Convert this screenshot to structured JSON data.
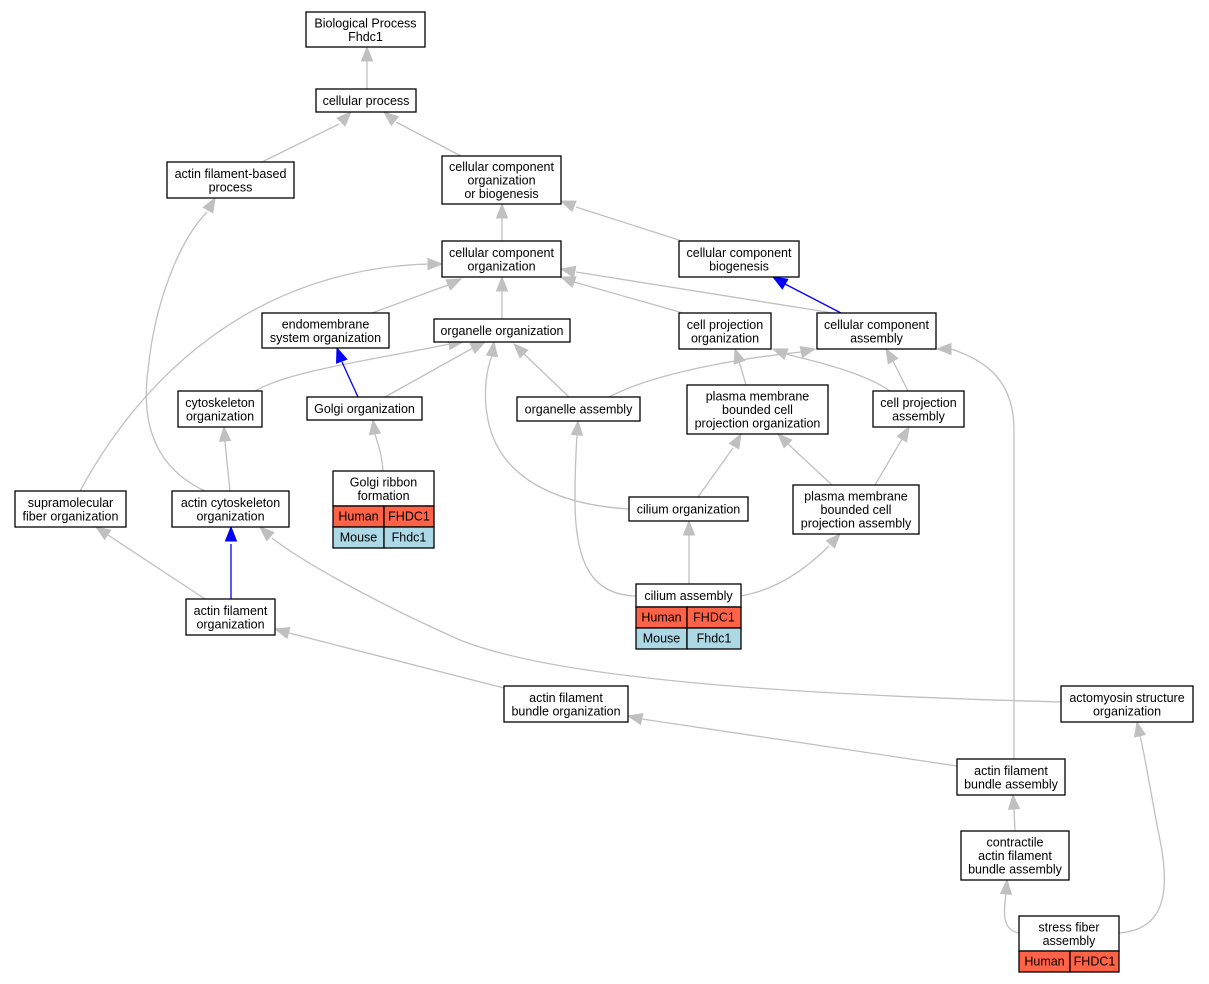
{
  "nodes": {
    "root": {
      "lines": [
        "Biological Process",
        "Fhdc1"
      ]
    },
    "cellular_process": {
      "lines": [
        "cellular process"
      ]
    },
    "actin_filament_based": {
      "lines": [
        "actin filament-based",
        "process"
      ]
    },
    "ccob": {
      "lines": [
        "cellular component",
        "organization",
        "or biogenesis"
      ]
    },
    "cco": {
      "lines": [
        "cellular component",
        "organization"
      ]
    },
    "ccb": {
      "lines": [
        "cellular component",
        "biogenesis"
      ]
    },
    "endomembrane": {
      "lines": [
        "endomembrane",
        "system organization"
      ]
    },
    "organelle_org": {
      "lines": [
        "organelle organization"
      ]
    },
    "cell_proj_org": {
      "lines": [
        "cell projection",
        "organization"
      ]
    },
    "cca": {
      "lines": [
        "cellular component",
        "assembly"
      ]
    },
    "cytoskeleton_org": {
      "lines": [
        "cytoskeleton",
        "organization"
      ]
    },
    "golgi_org": {
      "lines": [
        "Golgi organization"
      ]
    },
    "organelle_assembly": {
      "lines": [
        "organelle assembly"
      ]
    },
    "pm_cell_proj_org": {
      "lines": [
        "plasma membrane",
        "bounded cell",
        "projection organization"
      ]
    },
    "cell_proj_assembly": {
      "lines": [
        "cell projection",
        "assembly"
      ]
    },
    "golgi_ribbon": {
      "lines": [
        "Golgi ribbon",
        "formation"
      ]
    },
    "supramolecular": {
      "lines": [
        "supramolecular",
        "fiber organization"
      ]
    },
    "actin_cyto_org": {
      "lines": [
        "actin cytoskeleton",
        "organization"
      ]
    },
    "cilium_org": {
      "lines": [
        "cilium organization"
      ]
    },
    "pm_cell_proj_assembly": {
      "lines": [
        "plasma membrane",
        "bounded cell",
        "projection assembly"
      ]
    },
    "cilium_assembly": {
      "lines": [
        "cilium assembly"
      ]
    },
    "actin_filament_org": {
      "lines": [
        "actin filament",
        "organization"
      ]
    },
    "afbo": {
      "lines": [
        "actin filament",
        "bundle organization"
      ]
    },
    "actomyosin": {
      "lines": [
        "actomyosin structure",
        "organization"
      ]
    },
    "afba": {
      "lines": [
        "actin filament",
        "bundle assembly"
      ]
    },
    "contractile": {
      "lines": [
        "contractile",
        "actin filament",
        "bundle assembly"
      ]
    },
    "stress_fiber": {
      "lines": [
        "stress fiber",
        "assembly"
      ]
    }
  },
  "gene_tables": {
    "golgi_ribbon": [
      [
        "Human",
        "FHDC1"
      ],
      [
        "Mouse",
        "Fhdc1"
      ]
    ],
    "cilium_assembly": [
      [
        "Human",
        "FHDC1"
      ],
      [
        "Mouse",
        "Fhdc1"
      ]
    ],
    "stress_fiber": [
      [
        "Human",
        "FHDC1"
      ]
    ]
  },
  "colors": {
    "human": "#ff6347",
    "mouse": "#add8e6",
    "edge": "#c0c0c0",
    "highlight_edge": "#0000ff"
  }
}
